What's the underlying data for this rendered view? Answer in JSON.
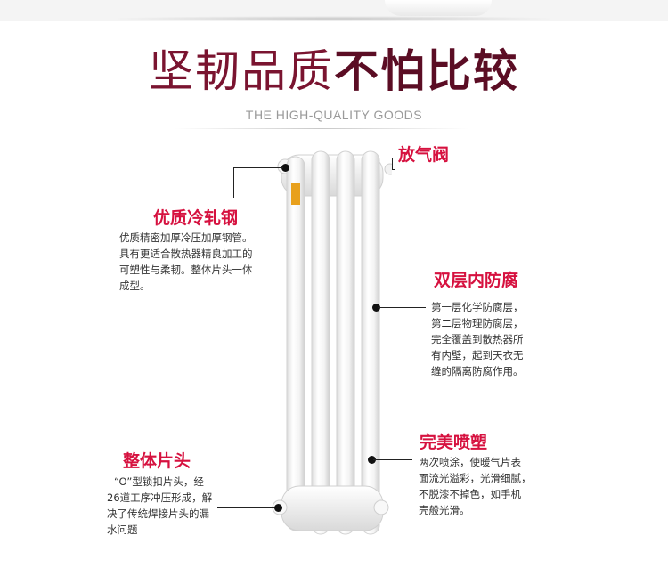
{
  "header": {
    "title_light": "坚韧品质",
    "title_bold": "不怕比较",
    "subtitle": "THE HIGH-QUALITY GOODS"
  },
  "colors": {
    "accent_red": "#d6113f",
    "title_dark": "#5b0d24",
    "title_light": "#7a1430",
    "radiator_white": "#ffffff"
  },
  "features": {
    "vent_valve": {
      "label": "放气阀"
    },
    "steel": {
      "label": "优质冷轧钢",
      "lines": [
        "优质精密加厚冷压加厚钢管。",
        "具有更适合散热器精良加工的",
        "可塑性与柔韧。整体片头一体",
        "成型。"
      ]
    },
    "anticorrosion": {
      "label": "双层内防腐",
      "lines": [
        "第一层化学防腐层，",
        "第二层物理防腐层，",
        "完全覆盖到散热器所",
        "有内壁，起到天衣无",
        "缝的隔离防腐作用。"
      ]
    },
    "spray": {
      "label": "完美喷塑",
      "lines": [
        "两次喷涂，使暖气片表",
        "面流光溢彩，光滑细腻，",
        "不脱漆不掉色，如手机",
        "壳般光滑。"
      ]
    },
    "header_piece": {
      "label": "整体片头",
      "lines": [
        "“O”型锁扣片头，经",
        "26道工序冲压形成，解",
        "决了传统焊接片头的漏",
        "水问题"
      ]
    }
  }
}
